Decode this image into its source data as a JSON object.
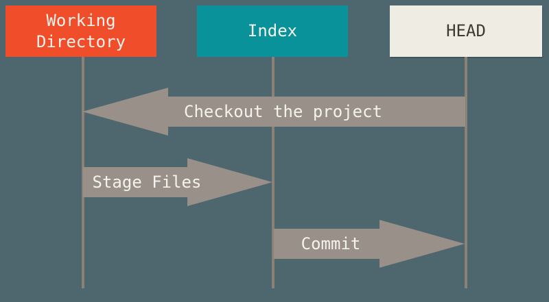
{
  "columns": [
    {
      "label": "Working Directory",
      "box_color": "#f04e2b",
      "text_color": "#f4f2ec"
    },
    {
      "label": "Index",
      "box_color": "#0a929a",
      "text_color": "#f4f2ec"
    },
    {
      "label": "HEAD",
      "box_color": "#efece3",
      "text_color": "#3d3a32"
    }
  ],
  "arrows": [
    {
      "label": "Checkout the project",
      "from": "HEAD",
      "to": "Working Directory",
      "direction": "left"
    },
    {
      "label": "Stage Files",
      "from": "Working Directory",
      "to": "Index",
      "direction": "right"
    },
    {
      "label": "Commit",
      "from": "Index",
      "to": "HEAD",
      "direction": "right"
    }
  ],
  "colors": {
    "background": "#4e666e",
    "working-directory-box": "#f04e2b",
    "index-box": "#0a929a",
    "head-box": "#efece3",
    "arrow": "#99908a",
    "lifeline": "#8b8277",
    "text-light": "#f4f2ec",
    "text-dark": "#3d3a32"
  }
}
